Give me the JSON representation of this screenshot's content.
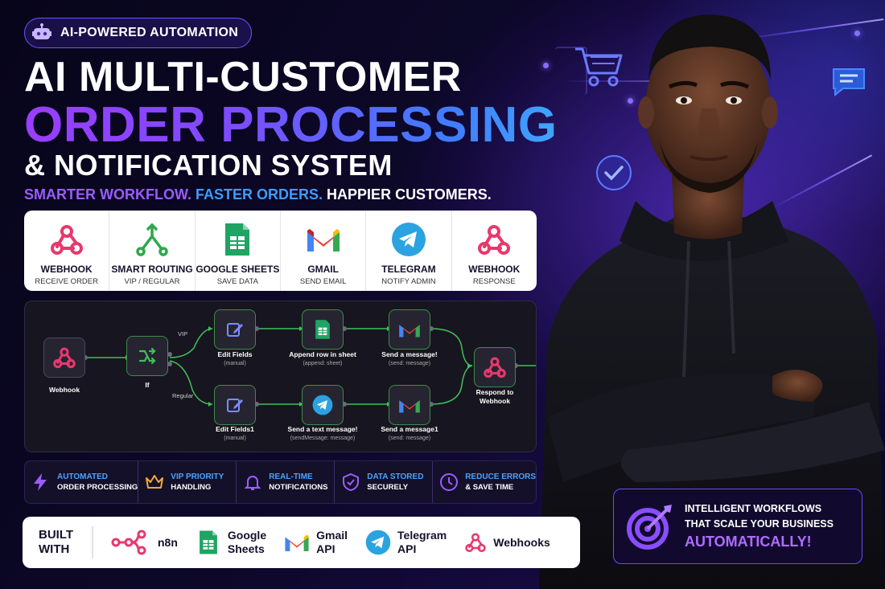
{
  "badge": {
    "label": "AI-POWERED AUTOMATION",
    "icon": "robot-icon"
  },
  "headline": {
    "line1": "AI MULTI-CUSTOMER",
    "line2": "ORDER PROCESSING",
    "line3": "& NOTIFICATION SYSTEM"
  },
  "tagline": {
    "part1": "SMARTER WORKFLOW.",
    "part2": "FASTER ORDERS.",
    "part3": "HAPPIER CUSTOMERS."
  },
  "features": [
    {
      "icon": "webhook-icon",
      "name": "WEBHOOK",
      "sub": "RECEIVE ORDER"
    },
    {
      "icon": "routing-icon",
      "name": "SMART ROUTING",
      "sub": "VIP / REGULAR"
    },
    {
      "icon": "google-sheets-icon",
      "name": "GOOGLE SHEETS",
      "sub": "SAVE DATA"
    },
    {
      "icon": "gmail-icon",
      "name": "GMAIL",
      "sub": "SEND EMAIL"
    },
    {
      "icon": "telegram-icon",
      "name": "TELEGRAM",
      "sub": "NOTIFY ADMIN"
    },
    {
      "icon": "webhook-icon",
      "name": "WEBHOOK",
      "sub": "RESPONSE"
    }
  ],
  "workflow": {
    "nodes": {
      "webhook": {
        "label": "Webhook"
      },
      "if": {
        "label": "If"
      },
      "edit_fields": {
        "label": "Edit Fields",
        "sub": "(manual)"
      },
      "append_row": {
        "label": "Append row in sheet",
        "sub": "(append: sheet)"
      },
      "send_message": {
        "label": "Send a message!",
        "sub": "(send: message)"
      },
      "edit_fields1": {
        "label": "Edit Fields1",
        "sub": "(manual)"
      },
      "send_text": {
        "label": "Send a text message!",
        "sub": "(sendMessage: message)"
      },
      "send_message1": {
        "label": "Send a message1",
        "sub": "(send: message)"
      },
      "respond": {
        "label_line1": "Respond to",
        "label_line2": "Webhook"
      }
    },
    "branches": {
      "vip": "VIP",
      "regular": "Regular"
    }
  },
  "benefits": [
    {
      "icon": "lightning-icon",
      "title": "AUTOMATED",
      "sub": "ORDER PROCESSING"
    },
    {
      "icon": "crown-icon",
      "title": "VIP PRIORITY",
      "sub": "HANDLING"
    },
    {
      "icon": "bell-icon",
      "title": "REAL-TIME",
      "sub": "NOTIFICATIONS"
    },
    {
      "icon": "shield-check-icon",
      "title": "DATA STORED",
      "sub": "SECURELY"
    },
    {
      "icon": "clock-icon",
      "title": "REDUCE ERRORS",
      "sub": "& SAVE TIME"
    }
  ],
  "built_with": {
    "label_line1": "BUILT",
    "label_line2": "WITH",
    "tools": [
      {
        "icon": "n8n-icon",
        "line1": "n8n",
        "line2": ""
      },
      {
        "icon": "google-sheets-icon",
        "line1": "Google",
        "line2": "Sheets"
      },
      {
        "icon": "gmail-icon",
        "line1": "Gmail",
        "line2": "API"
      },
      {
        "icon": "telegram-icon",
        "line1": "Telegram",
        "line2": "API"
      },
      {
        "icon": "webhook-icon",
        "line1": "Webhooks",
        "line2": ""
      }
    ]
  },
  "cta": {
    "line1": "INTELLIGENT WORKFLOWS",
    "line2": "THAT SCALE YOUR BUSINESS",
    "line3": "AUTOMATICALLY!"
  },
  "colors": {
    "accent_purple": "#9b5cff",
    "accent_blue": "#3f9bff",
    "background": "#0a0620",
    "n8n_pink": "#e8386d"
  }
}
